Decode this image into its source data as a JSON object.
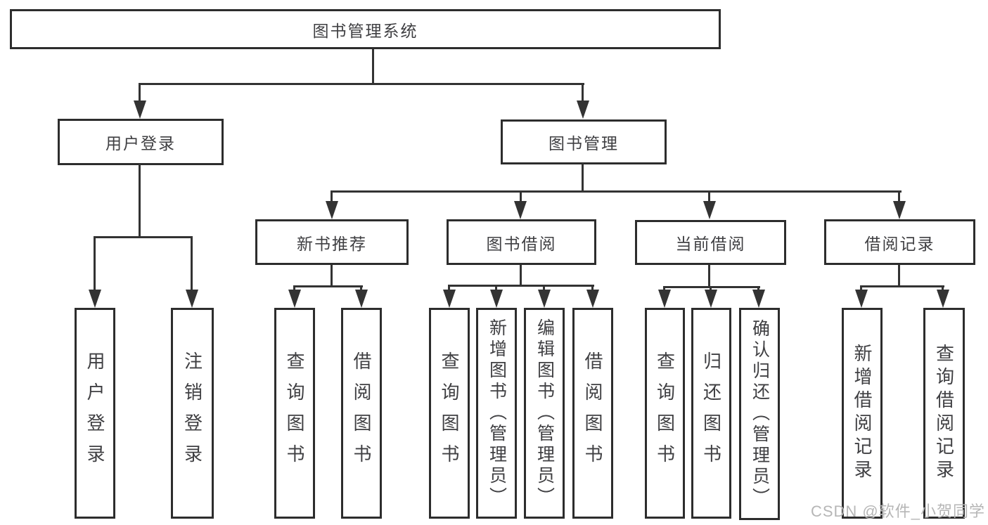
{
  "nodes": {
    "root": "图书管理系统",
    "userLogin": "用户登录",
    "bookMgmt": "图书管理",
    "newBookRec": "新书推荐",
    "bookBorrow": "图书借阅",
    "currentBorrow": "当前借阅",
    "borrowRecord": "借阅记录",
    "leafUserLogin": "用户登录",
    "leafLogout": "注销登录",
    "leafQueryBookA": "查询图书",
    "leafBorrowBookA": "借阅图书",
    "leafQueryBookB": "查询图书",
    "leafAddBook": "新增图书（管理员）",
    "leafEditBook": "编辑图书（管理员）",
    "leafBorrowBookB": "借阅图书",
    "leafQueryBookC": "查询图书",
    "leafReturnBook": "归还图书",
    "leafConfirmReturn": "确认归还（管理员）",
    "leafAddRecord": "新增借阅记录",
    "leafQueryRecord": "查询借阅记录"
  },
  "watermark": "CSDN @软件_小贺同学",
  "colors": {
    "line": "#333333",
    "boxBorder": "#2d2d2d",
    "text": "#3f3f42",
    "watermark": "#b6b6b6",
    "background": "#ffffff"
  }
}
